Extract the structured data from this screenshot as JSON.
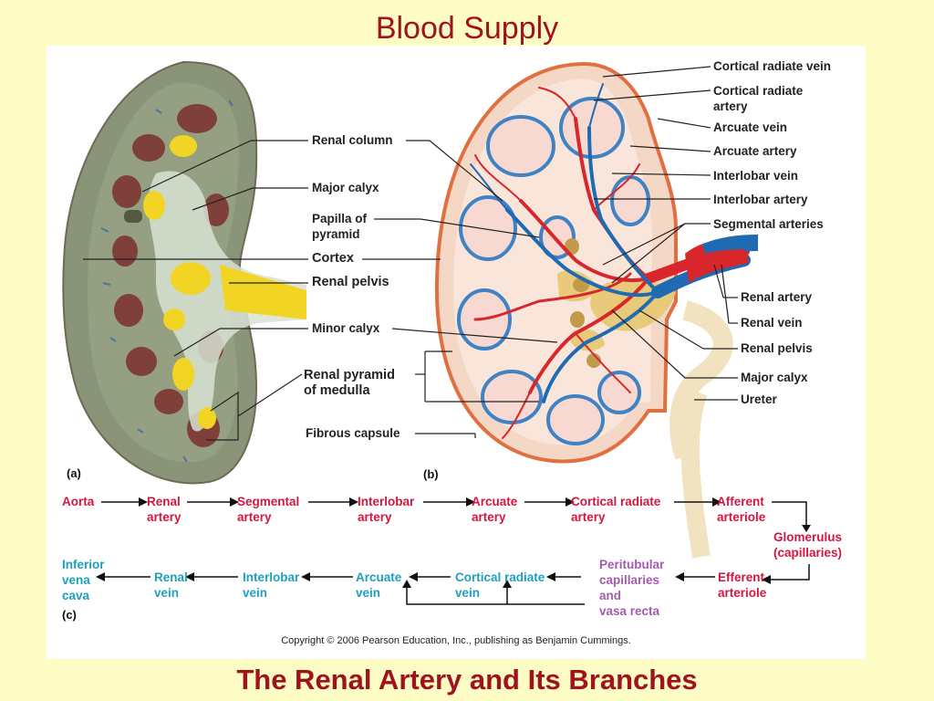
{
  "title": "Blood Supply",
  "bottom_title": "The Renal Artery and Its Branches",
  "copyright": "Copyright © 2006 Pearson Education, Inc., publishing as Benjamin Cummings.",
  "panel_a": {
    "caption": "(a)",
    "labels": {
      "renal_column": "Renal column",
      "major_calyx": "Major calyx",
      "papilla": "Papilla of\npyramid",
      "cortex": "Cortex",
      "renal_pelvis": "Renal pelvis",
      "minor_calyx": "Minor calyx",
      "renal_pyramid": "Renal pyramid\nof medulla",
      "fibrous_capsule": "Fibrous capsule"
    }
  },
  "panel_b": {
    "caption": "(b)",
    "labels": {
      "cortical_radiate_vein": "Cortical radiate vein",
      "cortical_radiate_artery": "Cortical radiate\nartery",
      "arcuate_vein": "Arcuate vein",
      "arcuate_artery": "Arcuate artery",
      "interlobar_vein": "Interlobar vein",
      "interlobar_artery": "Interlobar artery",
      "segmental_arteries": "Segmental arteries",
      "renal_artery": "Renal artery",
      "renal_vein": "Renal vein",
      "renal_pelvis": "Renal pelvis",
      "major_calyx": "Major calyx",
      "ureter": "Ureter"
    }
  },
  "panel_c": {
    "caption": "(c)",
    "arterial": [
      "Aorta",
      "Renal\nartery",
      "Segmental\nartery",
      "Interlobar\nartery",
      "Arcuate\nartery",
      "Cortical radiate\nartery",
      "Afferent\narteriole"
    ],
    "glomerulus": "Glomerulus\n(capillaries)",
    "efferent": "Efferent\narteriole",
    "peritubular": "Peritubular\ncapillaries\nand\nvasa recta",
    "venous": [
      "Cortical radiate\nvein",
      "Arcuate\nvein",
      "Interlobar\nvein",
      "Renal\nvein",
      "Inferior\nvena\ncava"
    ]
  },
  "colors": {
    "title": "#a0131e",
    "background": "#fcfcc4",
    "arterial_text": "#d3163f",
    "venous_text": "#1f9fbd",
    "capillary_text": "#a45ab0",
    "artery": "#d8262c",
    "vein": "#1e6ab3",
    "pelvis": "#e9c97a"
  }
}
